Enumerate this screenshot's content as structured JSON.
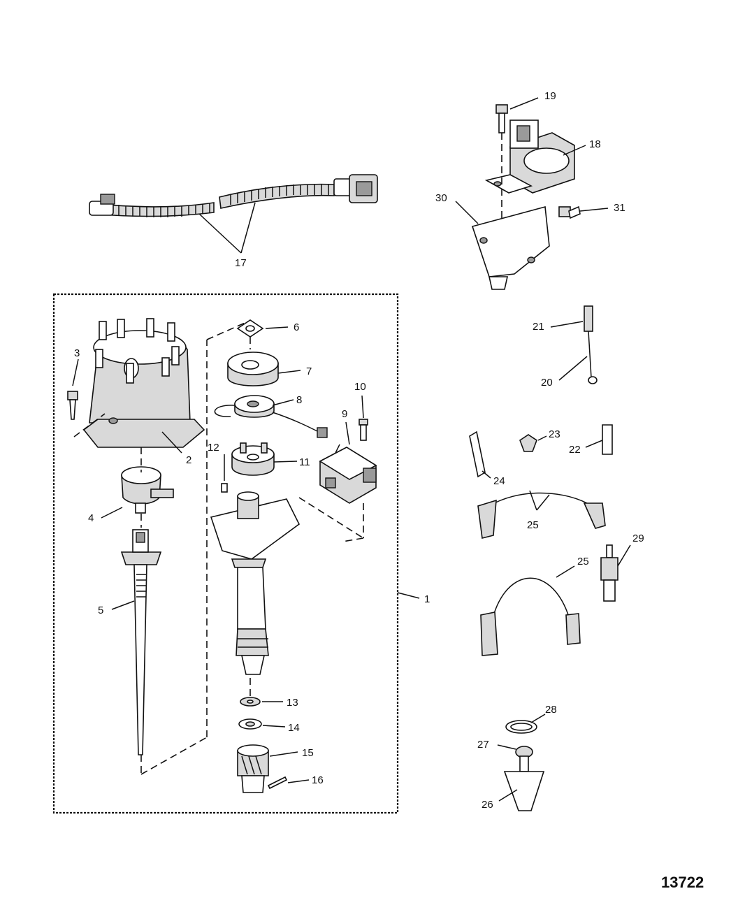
{
  "diagram": {
    "drawing_number": "13722",
    "callouts": [
      "1",
      "2",
      "3",
      "4",
      "5",
      "6",
      "7",
      "8",
      "9",
      "10",
      "11",
      "12",
      "13",
      "14",
      "15",
      "16",
      "17",
      "18",
      "19",
      "20",
      "21",
      "22",
      "23",
      "24",
      "25",
      "25",
      "26",
      "27",
      "28",
      "29",
      "30",
      "31"
    ]
  }
}
